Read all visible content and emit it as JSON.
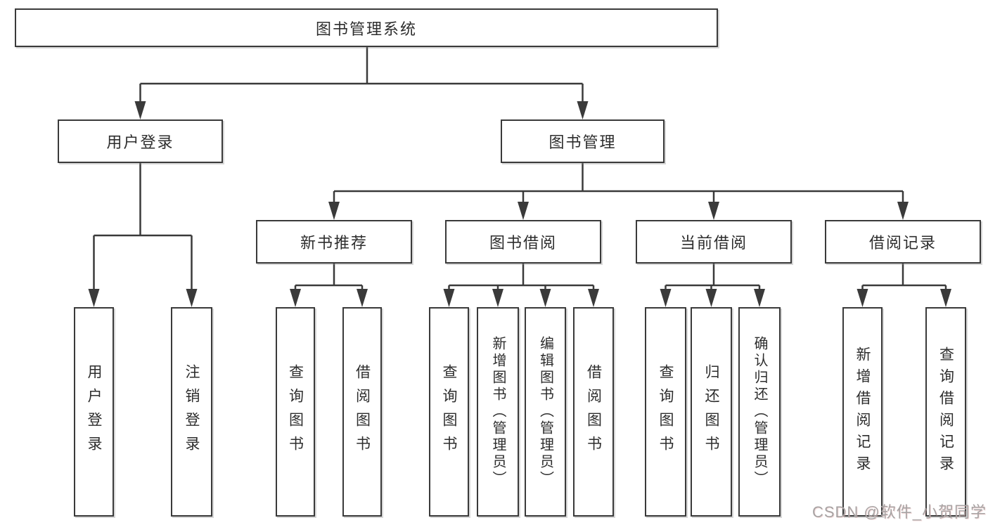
{
  "tree": {
    "label": "图书管理系统",
    "children": [
      {
        "label": "用户登录",
        "children": [
          {
            "label": "用户登录"
          },
          {
            "label": "注销登录"
          }
        ]
      },
      {
        "label": "图书管理",
        "children": [
          {
            "label": "新书推荐",
            "children": [
              {
                "label": "查询图书"
              },
              {
                "label": "借阅图书"
              }
            ]
          },
          {
            "label": "图书借阅",
            "children": [
              {
                "label": "查询图书"
              },
              {
                "label": "新增图书（管理员）"
              },
              {
                "label": "编辑图书（管理员）"
              },
              {
                "label": "借阅图书"
              }
            ]
          },
          {
            "label": "当前借阅",
            "children": [
              {
                "label": "查询图书"
              },
              {
                "label": "归还图书"
              },
              {
                "label": "确认归还（管理员）"
              }
            ]
          },
          {
            "label": "借阅记录",
            "children": [
              {
                "label": "新增借阅记录"
              },
              {
                "label": "查询借阅记录"
              }
            ]
          }
        ]
      }
    ]
  },
  "watermark": {
    "text": "CSDN @软件_小贺同学"
  },
  "colors": {
    "line": "#3a3a3a",
    "box_border": "#3a3a3a",
    "text": "#2d2d2d",
    "watermark": "#a7a3a3",
    "background": "#ffffff"
  }
}
